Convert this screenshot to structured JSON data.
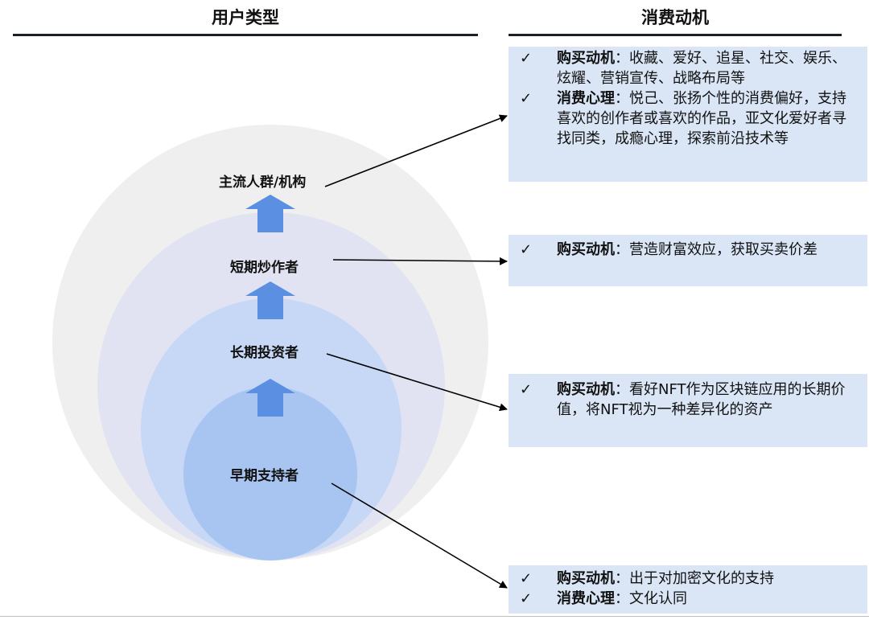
{
  "headers": {
    "left": "用户类型",
    "right": "消费动机"
  },
  "colors": {
    "outer_ring": "#efefef",
    "ring2": "#e2e3f2",
    "ring3": "#c6d8f6",
    "ring4": "#a8c5f1",
    "up_arrow": "#5a8fe2",
    "box_bg": "#dae6f6",
    "rule": "#1b1f2a"
  },
  "groups": [
    {
      "label": "主流人群/机构"
    },
    {
      "label": "短期炒作者"
    },
    {
      "label": "长期投资者"
    },
    {
      "label": "早期支持者"
    }
  ],
  "check_glyph": "✓",
  "motive_boxes": [
    {
      "items": [
        {
          "key": "购买动机",
          "sep": "：",
          "text": "收藏、爱好、追星、社交、娱乐、炫耀、营销宣传、战略布局等"
        },
        {
          "key": "消费心理",
          "sep": "：",
          "text": "悦己、张扬个性的消费偏好，支持喜欢的创作者或喜欢的作品，亚文化爱好者寻找同类，成瘾心理，探索前沿技术等"
        }
      ]
    },
    {
      "items": [
        {
          "key": "购买动机",
          "sep": "：",
          "text": "营造财富效应，获取买卖价差"
        }
      ]
    },
    {
      "items": [
        {
          "key": "购买动机",
          "sep": "：",
          "text": "看好NFT作为区块链应用的长期价值，将NFT视为一种差异化的资产"
        }
      ]
    },
    {
      "items": [
        {
          "key": "购买动机",
          "sep": "：",
          "text": "出于对加密文化的支持"
        },
        {
          "key": "消费心理",
          "sep": "：",
          "text": "文化认同"
        }
      ]
    }
  ]
}
